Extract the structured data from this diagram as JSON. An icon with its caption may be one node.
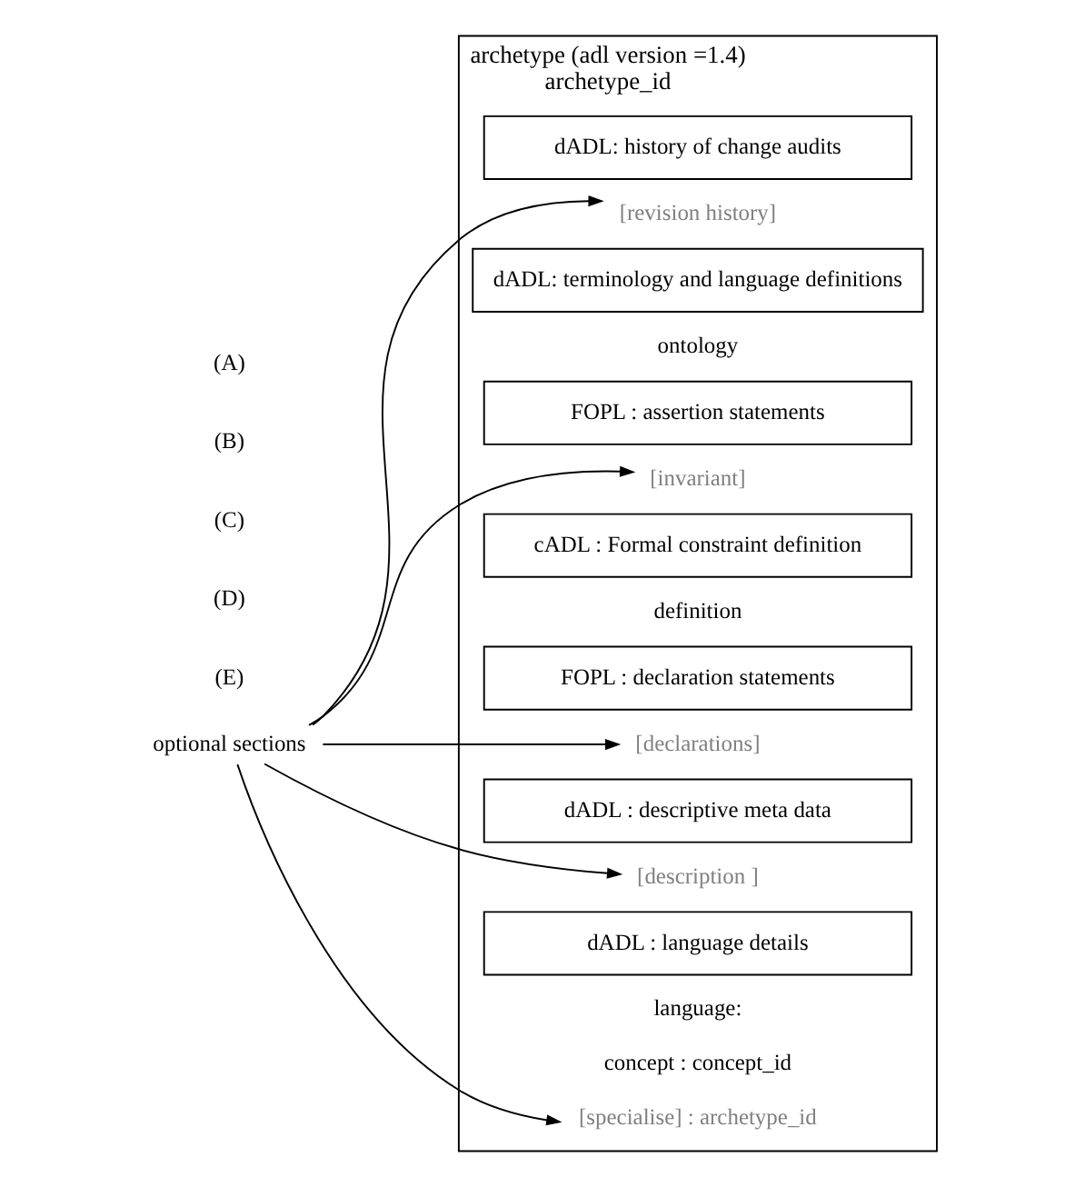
{
  "diagram": {
    "nodes": [
      {
        "text": [
          "archetype (adl version =1.4)",
          "archetype_id"
        ]
      },
      {
        "text": [
          "[specialise] : archetype_id"
        ],
        "in": 0
      },
      {
        "text": [
          "concept : concept_id"
        ],
        "in": 0
      },
      {
        "text": [
          "language:"
        ],
        "in": 0
      },
      {
        "text": [
          "dADL : language details"
        ],
        "in": 0
      },
      {
        "text": [
          "[description ]"
        ],
        "in": 0
      },
      {
        "text": [
          "dADL : descriptive meta data"
        ],
        "in": 0
      },
      {
        "text": [
          "[declarations]"
        ],
        "in": 0
      },
      {
        "text": [
          "FOPL : declaration statements"
        ],
        "in": 0
      },
      {
        "text": [
          "definition"
        ],
        "in": 0
      },
      {
        "text": [
          "cADL : Formal constraint definition"
        ],
        "in": 0
      },
      {
        "text": [
          "[invariant]"
        ],
        "in": 0
      },
      {
        "text": [
          "FOPL : assertion statements"
        ],
        "in": 0
      },
      {
        "text": [
          "ontology"
        ],
        "in": 0
      },
      {
        "text": [
          "dADL: terminology and language definitions"
        ],
        "in": 0
      },
      {
        "text": [
          "[revision history]"
        ],
        "in": 0
      },
      {
        "text": [
          "dADL: history of change audits"
        ],
        "in": 0
      },
      {
        "text": [
          "optional sections"
        ]
      }
    ],
    "edges": [
      {
        "from": 17,
        "to": 1,
        "arrow": "to"
      },
      {
        "from": 17,
        "to": 5,
        "arrow": "to"
      },
      {
        "from": 17,
        "to": 7,
        "arrow": "to"
      },
      {
        "from": 17,
        "to": 11,
        "arrow": "to"
      },
      {
        "from": 17,
        "to": 15,
        "arrow": "to"
      }
    ],
    "labels": [
      "(A)",
      "(B)",
      "(C)",
      "(D)",
      "(E)"
    ]
  }
}
